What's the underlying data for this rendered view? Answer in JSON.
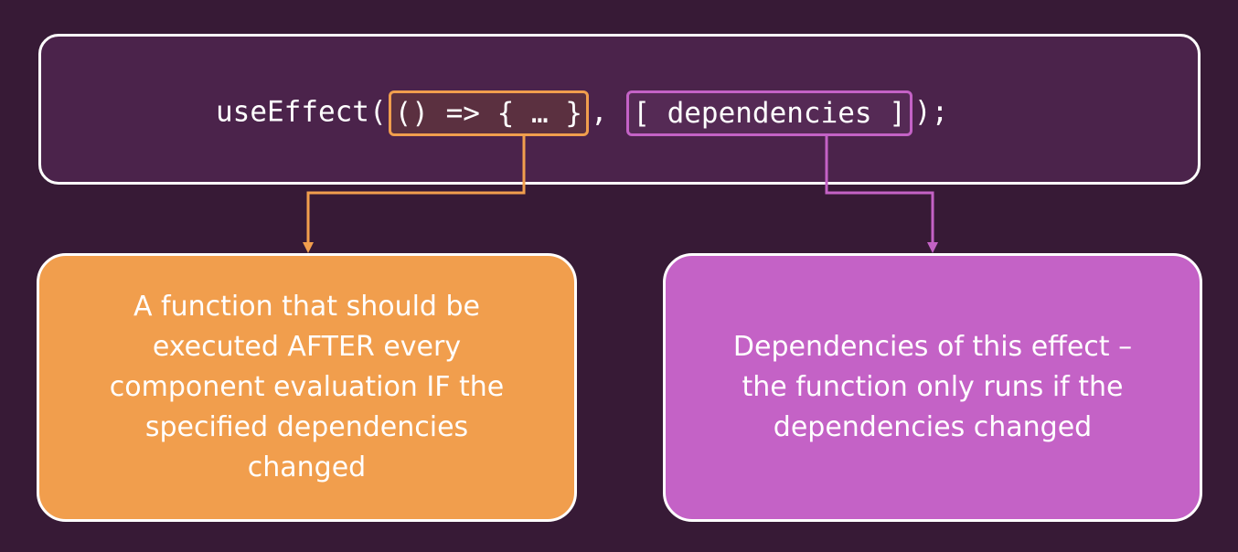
{
  "code": {
    "prefix": "useEffect(",
    "callback": "() => { … }",
    "separator": ", ",
    "deps": "[ dependencies ]",
    "suffix": ");"
  },
  "callback_description": "A function that should be executed AFTER every component evaluation IF the specified dependencies changed",
  "deps_description": "Dependencies of this effect – the function only runs if the dependencies changed",
  "colors": {
    "background": "#371a36",
    "code_panel": "#4b234b",
    "orange": "#f19e4d",
    "purple": "#c462c6"
  }
}
